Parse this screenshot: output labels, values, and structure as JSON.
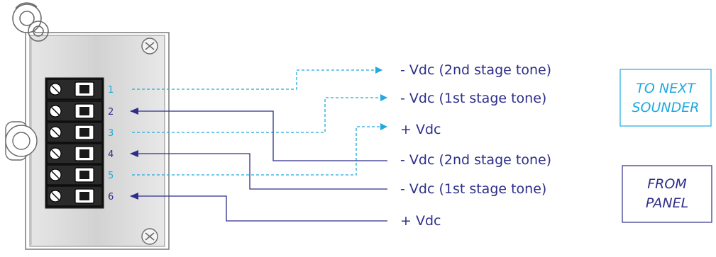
{
  "terminals": [
    "1",
    "2",
    "3",
    "4",
    "5",
    "6"
  ],
  "outputs": [
    {
      "label": "-  Vdc (2nd stage tone)",
      "from_terminal": "1"
    },
    {
      "label": "-  Vdc (1st stage tone)",
      "from_terminal": "3"
    },
    {
      "label": "+  Vdc",
      "from_terminal": "5"
    }
  ],
  "inputs": [
    {
      "label": "-  Vdc (2nd stage tone)",
      "to_terminal": "2"
    },
    {
      "label": "-  Vdc (1st stage tone)",
      "to_terminal": "4"
    },
    {
      "label": "+  Vdc",
      "to_terminal": "6"
    }
  ],
  "boxes": {
    "next_sounder": {
      "line1": "TO NEXT",
      "line2": "SOUNDER"
    },
    "panel": {
      "line1": "FROM",
      "line2": "PANEL"
    }
  },
  "colors": {
    "output_wire": "#1ea9e0",
    "input_wire": "#2e2e8a",
    "label": "#2e2e8a",
    "box_text": "#1ea9e0",
    "panel_text": "#2e2e8a"
  }
}
